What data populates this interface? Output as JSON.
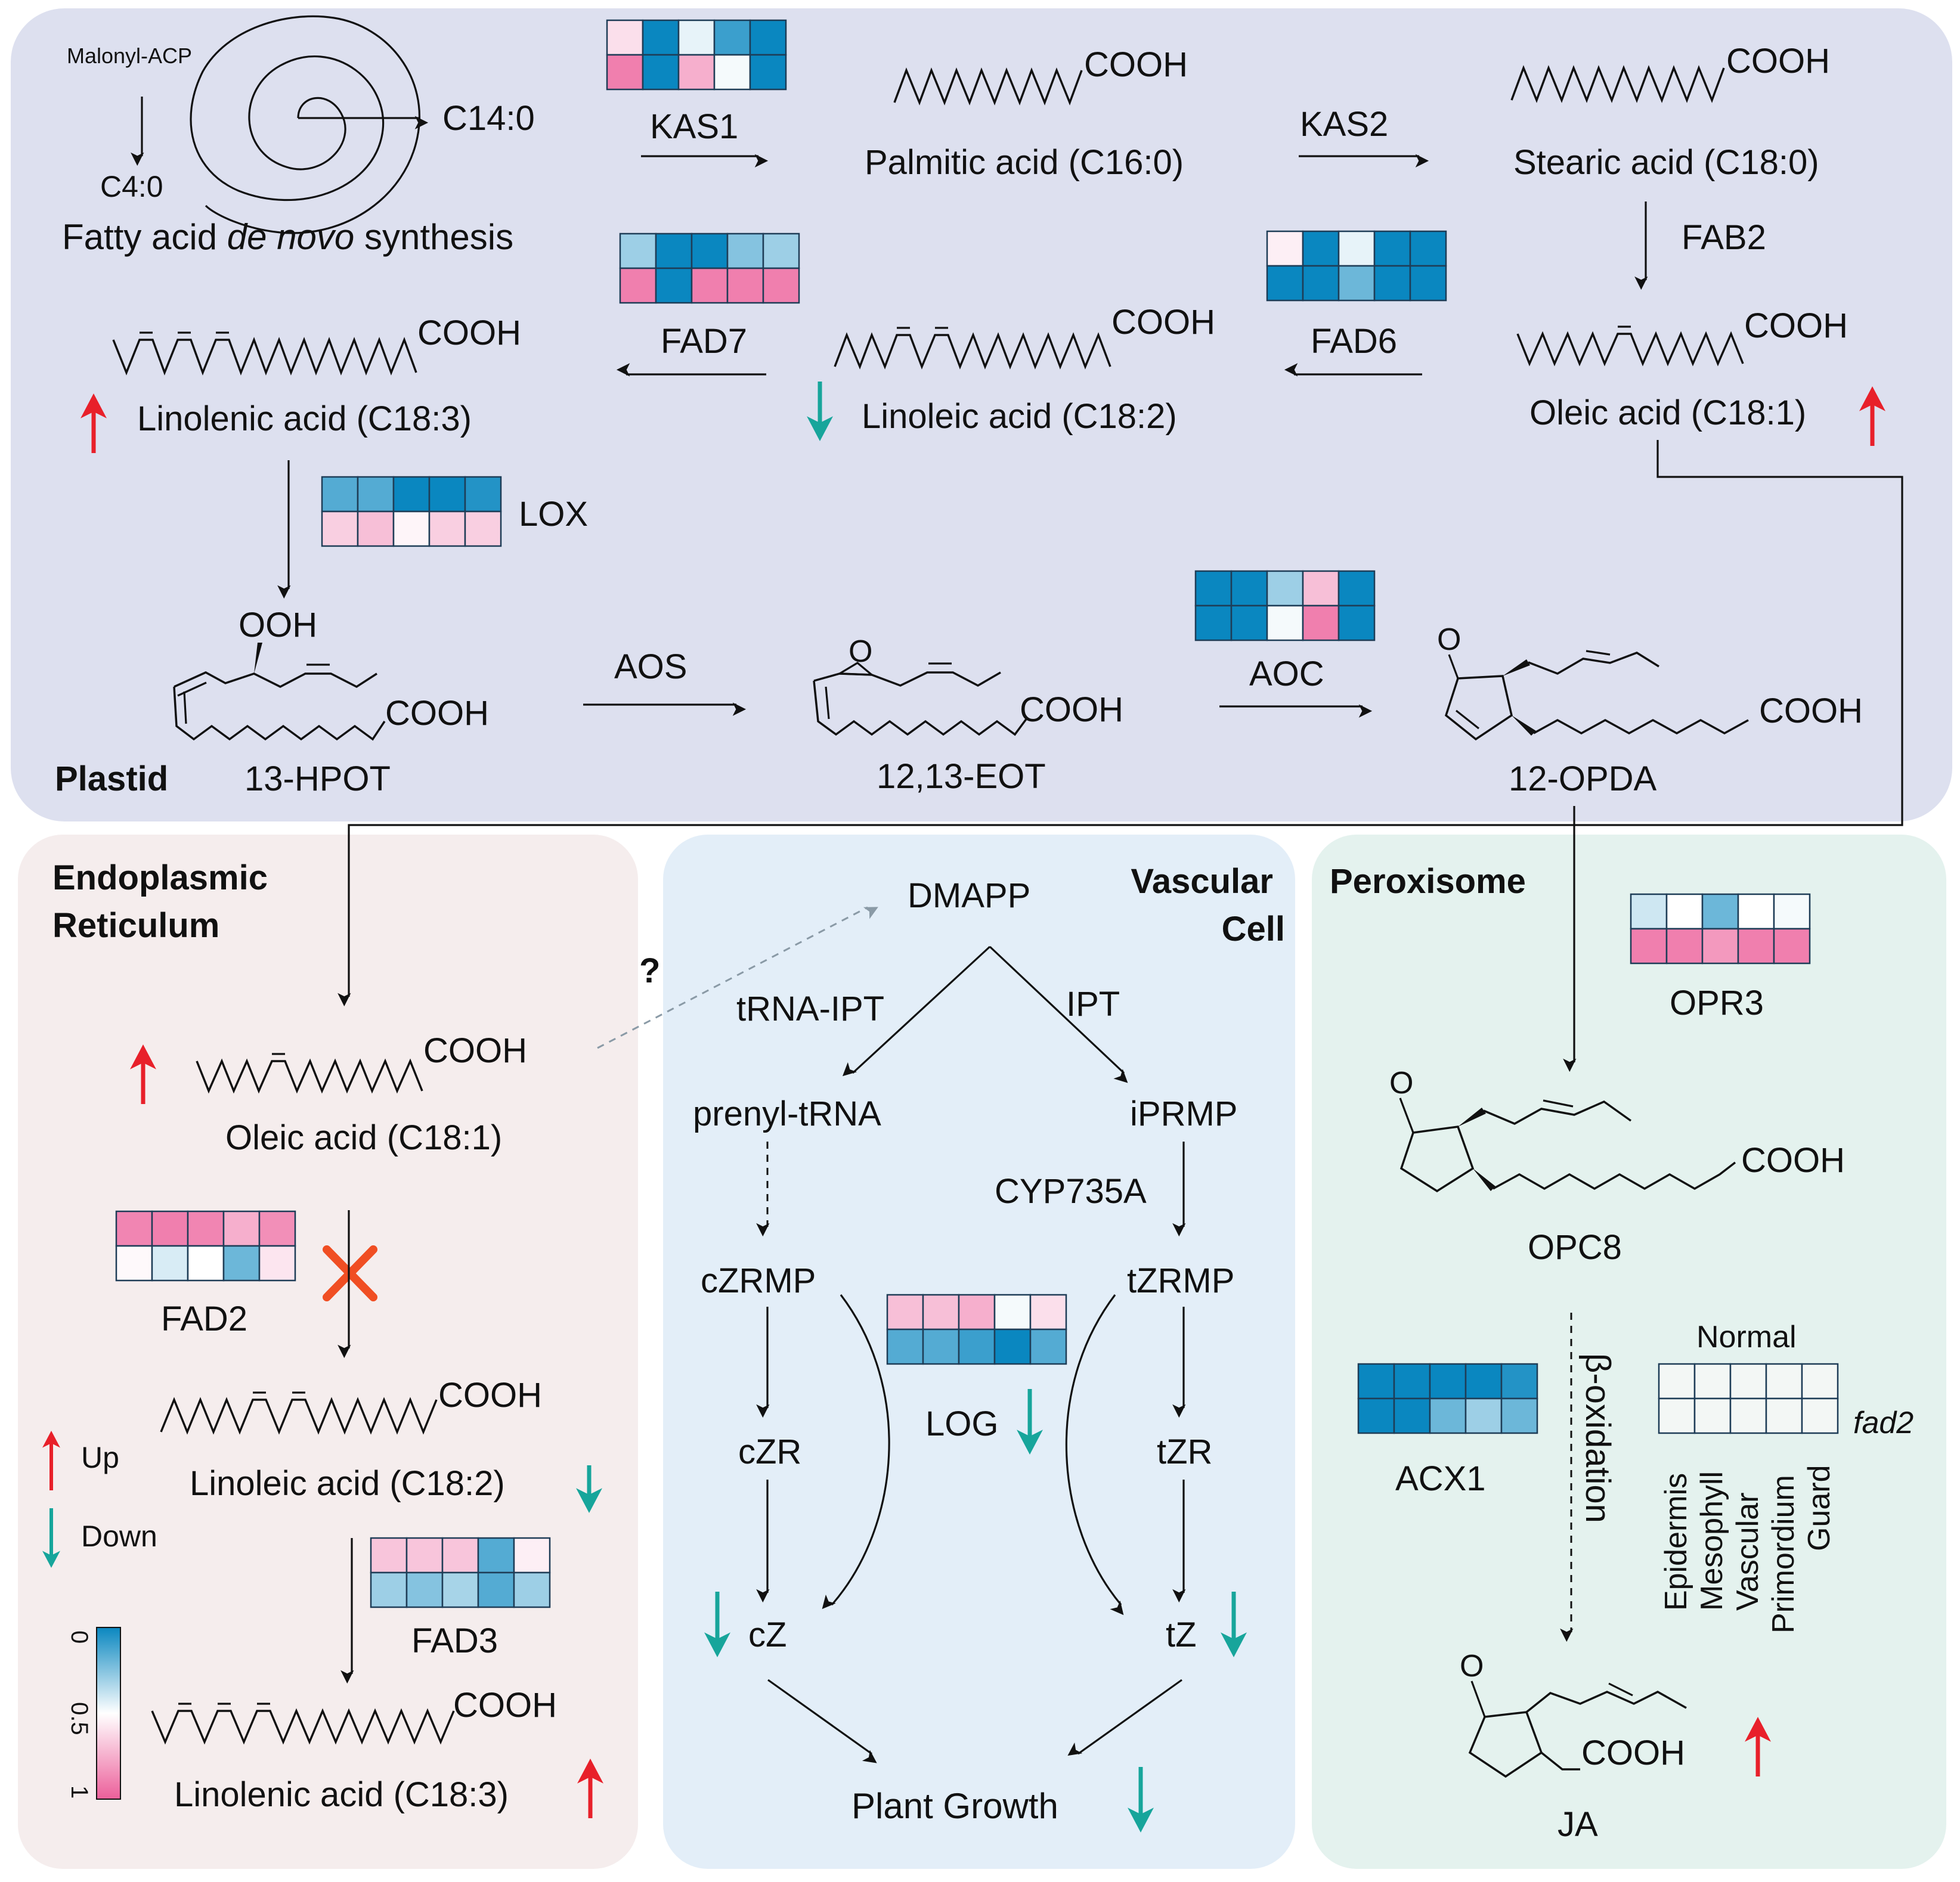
{
  "colors": {
    "plastid_bg": "#dde0ef",
    "er_bg": "#f5eded",
    "vascular_bg": "#e3eef8",
    "peroxisome_bg": "#e4f2ee",
    "up_arrow": "#e8202a",
    "down_arrow": "#17a59b",
    "cross": "#f04e23",
    "heat_low": "#0a87c0",
    "heat_mid": "#ffffff",
    "heat_high": "#ec5f9a"
  },
  "compartments": {
    "plastid": "Plastid",
    "er_line1": "Endoplasmic",
    "er_line2": "Reticulum",
    "vascular_line1": "Vascular",
    "vascular_line2": "Cell",
    "peroxisome": "Peroxisome"
  },
  "plastid": {
    "malonyl": "Malonyl-ACP",
    "c4": "C4:0",
    "c14": "C14:0",
    "denovo_pre": "Fatty acid ",
    "denovo_it": "de novo",
    "denovo_post": " synthesis",
    "palmitic": "Palmitic acid (C16:0)",
    "stearic": "Stearic acid (C18:0)",
    "oleic": "Oleic acid (C18:1)",
    "linoleic": "Linoleic acid (C18:2)",
    "linolenic": "Linolenic acid (C18:3)",
    "hpot": "13-HPOT",
    "eot": "12,13-EOT",
    "opda": "12-OPDA",
    "cooh": "COOH",
    "ooh": "OOH",
    "o": "O",
    "kas1": "KAS1",
    "kas2": "KAS2",
    "fab2": "FAB2",
    "fad6": "FAD6",
    "fad7": "FAD7",
    "lox": "LOX",
    "aos": "AOS",
    "aoc": "AOC"
  },
  "er": {
    "oleic": "Oleic acid (C18:1)",
    "linoleic": "Linoleic acid (C18:2)",
    "linolenic": "Linolenic acid (C18:3)",
    "fad2": "FAD2",
    "fad3": "FAD3",
    "legend_up": "Up",
    "legend_down": "Down",
    "scale_0": "0",
    "scale_05": "0.5",
    "scale_1": "1"
  },
  "question_mark": "?",
  "vascular": {
    "dmapp": "DMAPP",
    "trna_ipt": "tRNA-IPT",
    "ipt": "IPT",
    "prenyl_trna": "prenyl-tRNA",
    "iprmp": "iPRMP",
    "cyp735a": "CYP735A",
    "czrmp": "cZRMP",
    "tzrmp": "tZRMP",
    "log": "LOG",
    "czr": "cZR",
    "tzr": "tZR",
    "cz": "cZ",
    "tz": "tZ",
    "growth": "Plant  Growth"
  },
  "peroxisome": {
    "opr3": "OPR3",
    "opc8": "OPC8",
    "acx1": "ACX1",
    "beta_ox": "β-oxidation",
    "ja": "JA",
    "normal": "Normal",
    "fad2": "fad2",
    "tissues": [
      "Epidermis",
      "Mesophyll",
      "Vascular",
      "Primordium",
      "Guard"
    ]
  },
  "heatmaps": {
    "KAS1": {
      "normal": [
        0.6,
        0.0,
        0.45,
        0.1,
        0.0
      ],
      "fad2": [
        0.9,
        0.0,
        0.75,
        0.48,
        0.0
      ]
    },
    "FAD7": {
      "normal": [
        0.3,
        0.0,
        0.0,
        0.25,
        0.3
      ],
      "fad2": [
        0.9,
        0.0,
        0.9,
        0.9,
        0.9
      ]
    },
    "FAD6": {
      "normal": [
        0.55,
        0.0,
        0.45,
        0.0,
        0.0
      ],
      "fad2": [
        0.0,
        0.0,
        0.2,
        0.0,
        0.0
      ]
    },
    "LOX": {
      "normal": [
        0.15,
        0.15,
        0.0,
        0.0,
        0.05
      ],
      "fad2": [
        0.65,
        0.7,
        0.53,
        0.65,
        0.65
      ]
    },
    "AOC": {
      "normal": [
        0.0,
        0.0,
        0.3,
        0.7,
        0.0
      ],
      "fad2": [
        0.0,
        0.0,
        0.48,
        0.9,
        0.0
      ]
    },
    "OPR3": {
      "normal": [
        0.4,
        0.5,
        0.2,
        0.5,
        0.48
      ],
      "fad2": [
        0.9,
        0.9,
        0.82,
        0.9,
        0.9
      ]
    },
    "FAD2": {
      "normal": [
        0.88,
        0.9,
        0.88,
        0.75,
        0.85
      ],
      "fad2": [
        0.52,
        0.42,
        0.5,
        0.2,
        0.58
      ]
    },
    "FAD3": {
      "normal": [
        0.68,
        0.68,
        0.68,
        0.15,
        0.55
      ],
      "fad2": [
        0.3,
        0.25,
        0.32,
        0.15,
        0.3
      ]
    },
    "LOG": {
      "normal": [
        0.7,
        0.7,
        0.75,
        0.48,
        0.6
      ],
      "fad2": [
        0.15,
        0.15,
        0.1,
        0.0,
        0.15
      ]
    },
    "ACX1": {
      "normal": [
        0.0,
        0.0,
        0.0,
        0.0,
        0.05
      ],
      "fad2": [
        0.0,
        0.0,
        0.2,
        0.3,
        0.2
      ]
    },
    "LEGEND": {
      "normal": [
        0.5,
        0.5,
        0.5,
        0.5,
        0.5
      ],
      "fad2": [
        0.5,
        0.5,
        0.5,
        0.5,
        0.5
      ]
    }
  }
}
